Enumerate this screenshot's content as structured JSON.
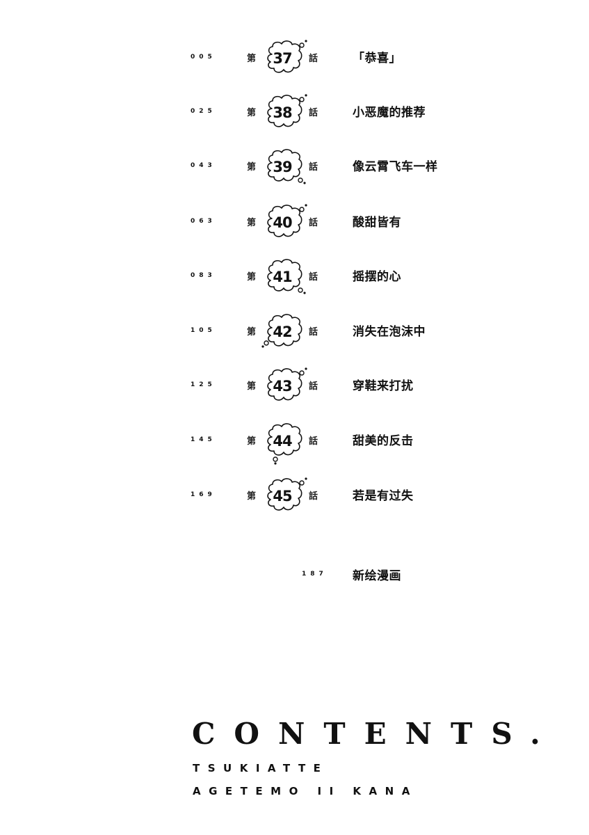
{
  "toc": {
    "chapter_prefix": "第",
    "chapter_suffix": "話",
    "chapters": [
      {
        "page": "005",
        "number": "37",
        "title": "「恭喜」",
        "bubble_dots": "top-right"
      },
      {
        "page": "025",
        "number": "38",
        "title": "小恶魔的推荐",
        "bubble_dots": "top-right"
      },
      {
        "page": "043",
        "number": "39",
        "title": "像云霄飞车一样",
        "bubble_dots": "bottom-right"
      },
      {
        "page": "063",
        "number": "40",
        "title": "酸甜皆有",
        "bubble_dots": "top-right"
      },
      {
        "page": "083",
        "number": "41",
        "title": "摇摆的心",
        "bubble_dots": "bottom-right"
      },
      {
        "page": "105",
        "number": "42",
        "title": "消失在泡沫中",
        "bubble_dots": "bottom-left"
      },
      {
        "page": "125",
        "number": "43",
        "title": "穿鞋来打扰",
        "bubble_dots": "top-right"
      },
      {
        "page": "145",
        "number": "44",
        "title": "甜美的反击",
        "bubble_dots": "bottom"
      },
      {
        "page": "169",
        "number": "45",
        "title": "若是有过失",
        "bubble_dots": "top-right"
      }
    ],
    "extra": {
      "page": "187",
      "title": "新绘漫画"
    }
  },
  "heading": {
    "title": "CONTENTS.",
    "subtitle_line1": "TSUKIATTE",
    "subtitle_line2": "AGETEMO II KANA"
  },
  "icons": {
    "chapter_bubble": "thought-cloud-icon"
  }
}
